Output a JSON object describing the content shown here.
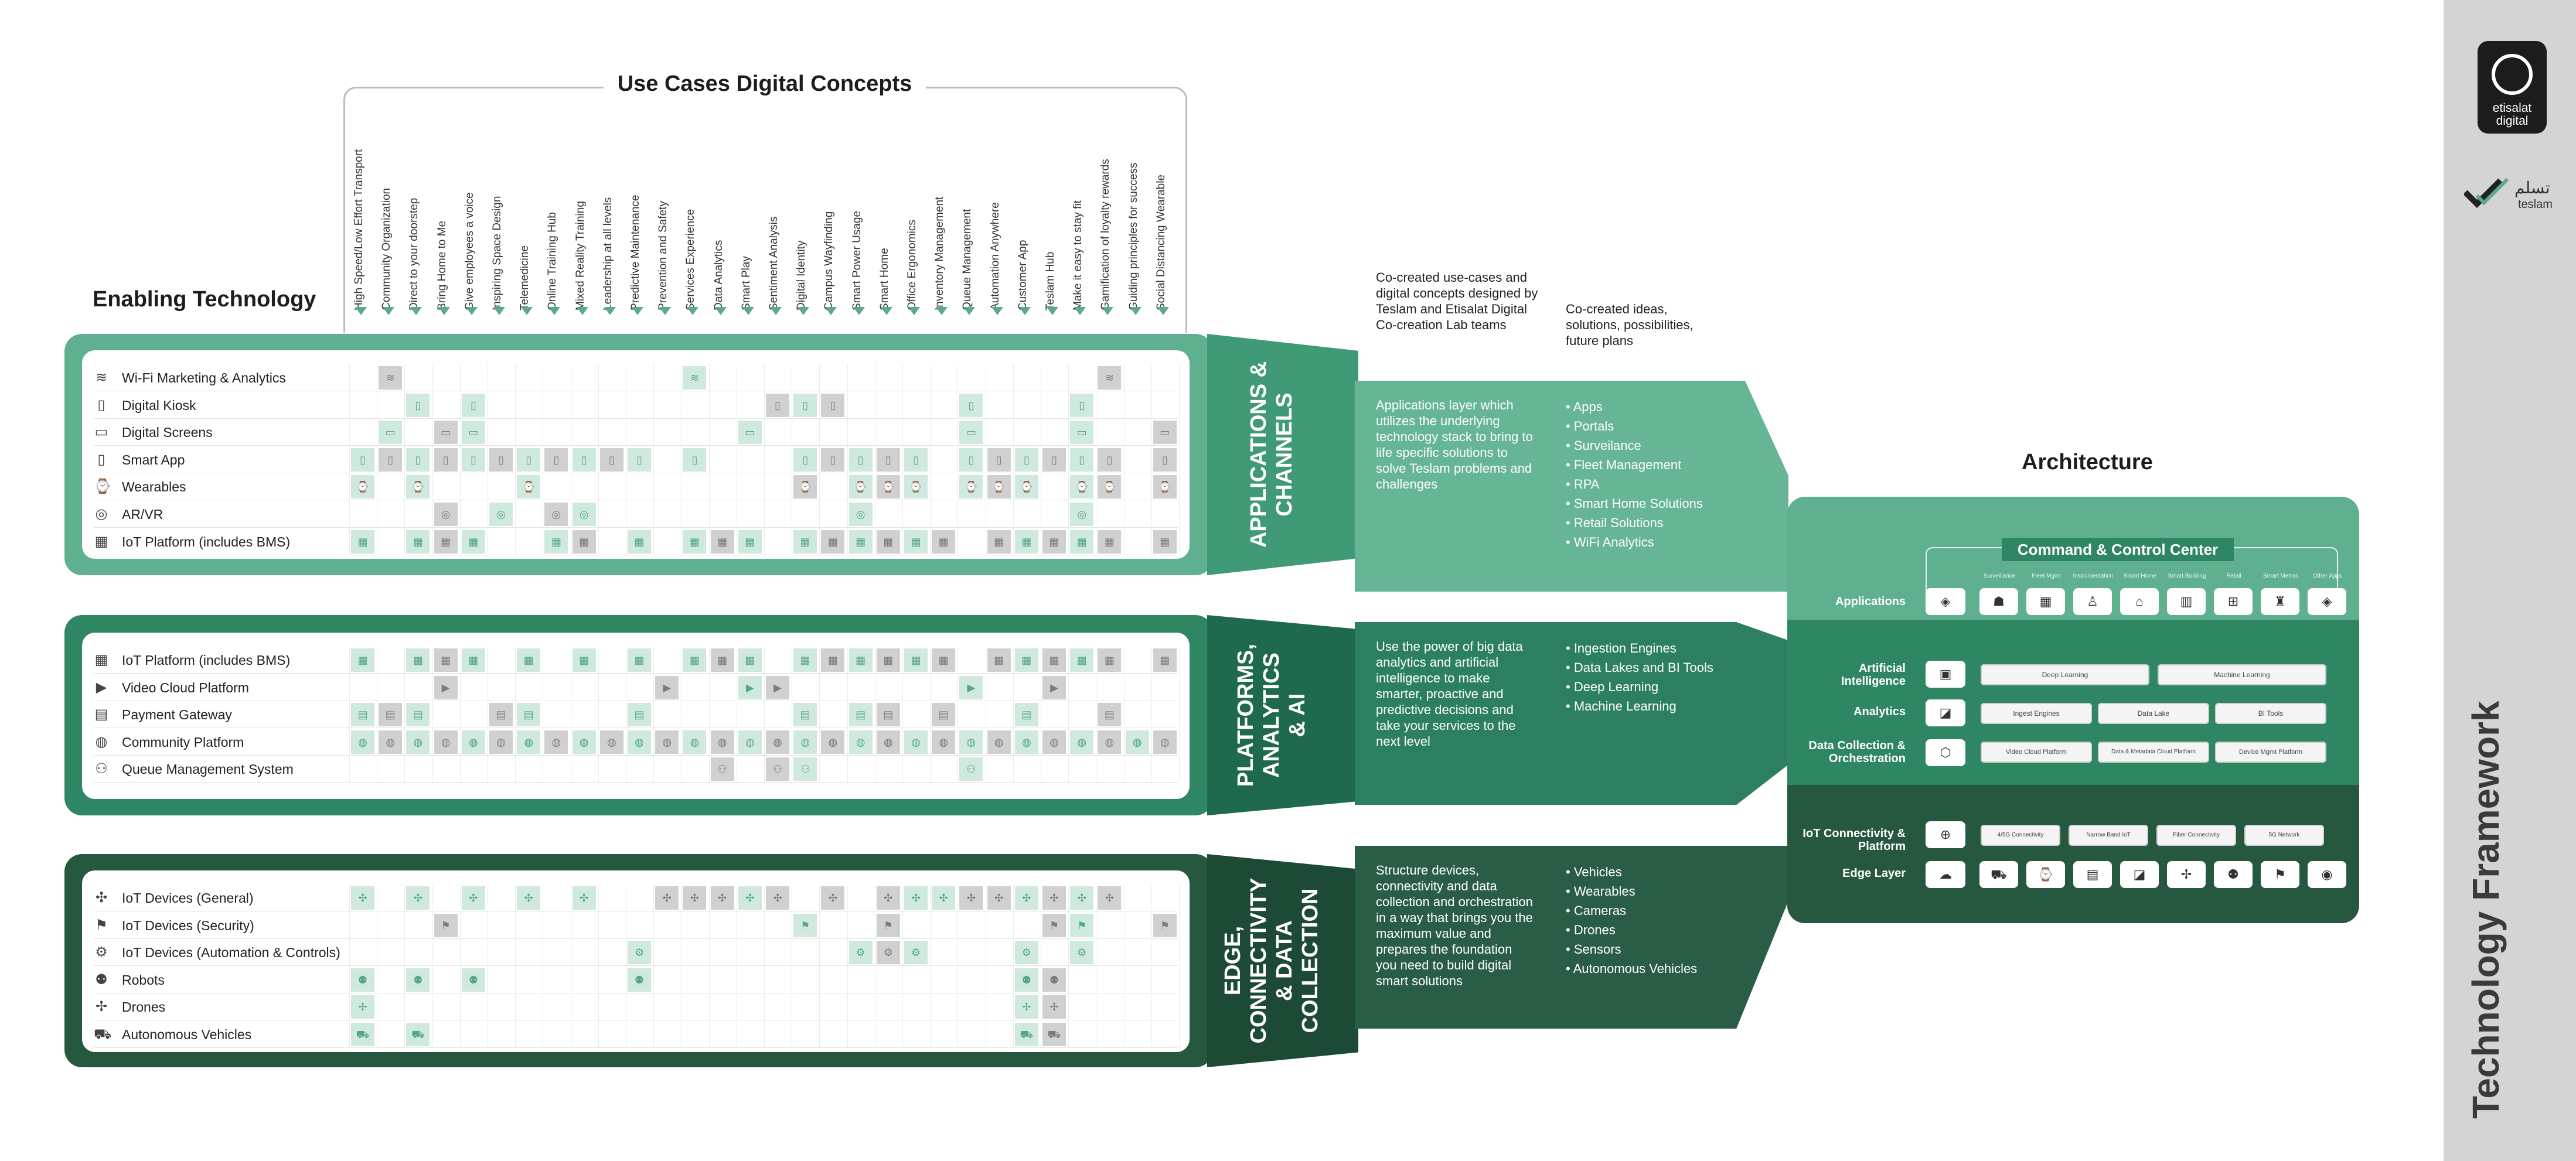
{
  "headings": {
    "use_cases": "Use Cases Digital Concepts",
    "enabling_technology": "Enabling Technology",
    "architecture": "Architecture",
    "framework": "Technology Framework"
  },
  "branding": {
    "etisalat_line1": "etisalat",
    "etisalat_line2": "digital",
    "teslam_arabic": "تسلم",
    "teslam_latin": "teslam"
  },
  "notes": {
    "co_created_use_cases": "Co-created use-cases and digital concepts designed by Teslam and Etisalat Digital Co-creation Lab teams",
    "co_created_ideas": "Co-created ideas, solutions, possibilities, future plans"
  },
  "use_cases": [
    "High Speed/Low Effort Transport",
    "Community Organization",
    "Direct to your doorstep",
    "Bring Home to Me",
    "Give employees a voice",
    "Inspiring Space Design",
    "Telemedicine",
    "Online Training Hub",
    "Mixed Reality Training",
    "Leadership at all levels",
    "Predictive Maintenance",
    "Prevention and Safety",
    "Services Experience",
    "Data Analytics",
    "Smart Play",
    "Sentiment Analysis",
    "Digital Identity",
    "Campus Wayfinding",
    "Smart Power Usage",
    "Smart Home",
    "Office Ergonomics",
    "Inventory Management",
    "Queue Management",
    "Automation Anywhere",
    "Customer App",
    "Teslam Hub",
    "Make it easy to stay fit",
    "Gamification of loyalty rewards",
    "Guiding principles for success",
    "Social Distancing Wearable"
  ],
  "sections": [
    {
      "key": "applications",
      "title_lines": [
        "APPLICATIONS &",
        "CHANNELS"
      ],
      "description": "Applications layer which utilizes the underlying technology stack to bring to life specific solutions to solve Teslam problems and challenges",
      "bullets": [
        "Apps",
        "Portals",
        "Surveilance",
        "Fleet Management",
        "RPA",
        "Smart Home Solutions",
        "Retail Solutions",
        "WiFi Analytics"
      ],
      "colors": {
        "panel": "#5eb08e",
        "band": "#3f9a75",
        "desc": "#66b594"
      },
      "rows": [
        {
          "label": "Wi-Fi Marketing & Analytics",
          "icon": "wifi-icon",
          "glyph": "≋",
          "cells": {
            "1": "d",
            "12": "g",
            "27": "d"
          }
        },
        {
          "label": "Digital Kiosk",
          "icon": "kiosk-icon",
          "glyph": "▯",
          "cells": {
            "2": "g",
            "4": "g",
            "15": "d",
            "16": "g",
            "17": "d",
            "22": "g",
            "26": "g"
          }
        },
        {
          "label": "Digital Screens",
          "icon": "screen-icon",
          "glyph": "▭",
          "cells": {
            "1": "g",
            "3": "d",
            "4": "g",
            "14": "g",
            "22": "g",
            "26": "g",
            "29": "d"
          }
        },
        {
          "label": "Smart App",
          "icon": "smartphone-icon",
          "glyph": "▯",
          "cells": {
            "0": "g",
            "1": "d",
            "2": "g",
            "3": "d",
            "4": "g",
            "5": "d",
            "6": "g",
            "7": "d",
            "8": "g",
            "9": "d",
            "10": "g",
            "12": "g",
            "16": "g",
            "17": "d",
            "18": "g",
            "19": "d",
            "20": "g",
            "22": "g",
            "23": "d",
            "24": "g",
            "25": "d",
            "26": "g",
            "27": "d",
            "29": "d"
          }
        },
        {
          "label": "Wearables",
          "icon": "watch-icon",
          "glyph": "⌚",
          "cells": {
            "0": "g",
            "2": "g",
            "6": "g",
            "16": "d",
            "18": "g",
            "19": "d",
            "20": "g",
            "22": "g",
            "23": "d",
            "24": "g",
            "26": "g",
            "27": "d",
            "29": "d"
          }
        },
        {
          "label": "AR/VR",
          "icon": "vr-headset-icon",
          "glyph": "◎",
          "cells": {
            "3": "d",
            "5": "g",
            "7": "d",
            "8": "g",
            "18": "g",
            "26": "g"
          }
        },
        {
          "label": "IoT Platform (includes BMS)",
          "icon": "building-icon",
          "glyph": "▦",
          "cells": {
            "0": "g",
            "2": "g",
            "3": "d",
            "4": "g",
            "7": "g",
            "8": "d",
            "10": "g",
            "12": "g",
            "13": "d",
            "14": "g",
            "16": "g",
            "17": "d",
            "18": "g",
            "19": "d",
            "20": "g",
            "21": "d",
            "23": "d",
            "24": "g",
            "25": "d",
            "26": "g",
            "27": "d",
            "29": "d"
          }
        }
      ]
    },
    {
      "key": "platforms",
      "title_lines": [
        "PLATFORMS,",
        "ANALYTICS",
        "& AI"
      ],
      "description": "Use the power of big data analytics and artificial intelligence to make smarter, proactive and predictive decisions and take your services to the next level",
      "bullets": [
        "Ingestion Engines",
        "Data Lakes and BI Tools",
        "Deep Learning",
        "Machine Learning"
      ],
      "colors": {
        "panel": "#2f8663",
        "band": "#1f6a4d",
        "desc": "#2c8060"
      },
      "rows": [
        {
          "label": "IoT Platform (includes BMS)",
          "icon": "building-icon",
          "glyph": "▦",
          "cells": {
            "0": "g",
            "2": "g",
            "3": "d",
            "4": "g",
            "6": "g",
            "8": "g",
            "10": "g",
            "12": "g",
            "13": "d",
            "14": "g",
            "16": "g",
            "17": "d",
            "18": "g",
            "19": "d",
            "20": "g",
            "21": "d",
            "23": "d",
            "24": "g",
            "25": "d",
            "26": "g",
            "27": "d",
            "29": "d"
          }
        },
        {
          "label": "Video Cloud Platform",
          "icon": "video-cloud-icon",
          "glyph": "▶",
          "cells": {
            "3": "d",
            "11": "d",
            "14": "g",
            "15": "d",
            "22": "g",
            "25": "d"
          }
        },
        {
          "label": "Payment Gateway",
          "icon": "payment-icon",
          "glyph": "▤",
          "cells": {
            "0": "g",
            "1": "d",
            "2": "g",
            "5": "d",
            "6": "g",
            "10": "g",
            "16": "g",
            "18": "g",
            "19": "d",
            "21": "d",
            "24": "g",
            "27": "d"
          }
        },
        {
          "label": "Community Platform",
          "icon": "community-icon",
          "glyph": "◍",
          "cells": {
            "0": "g",
            "1": "d",
            "2": "g",
            "3": "d",
            "4": "g",
            "5": "d",
            "6": "g",
            "7": "d",
            "8": "g",
            "9": "d",
            "10": "g",
            "11": "d",
            "12": "g",
            "13": "d",
            "14": "g",
            "15": "d",
            "16": "g",
            "17": "d",
            "18": "g",
            "19": "d",
            "20": "g",
            "21": "d",
            "22": "g",
            "23": "d",
            "24": "g",
            "25": "d",
            "26": "g",
            "27": "d",
            "28": "g",
            "29": "d"
          }
        },
        {
          "label": "Queue Management System",
          "icon": "queue-icon",
          "glyph": "⚇",
          "cells": {
            "13": "d",
            "15": "d",
            "16": "g",
            "22": "g"
          }
        }
      ]
    },
    {
      "key": "edge",
      "title_lines": [
        "EDGE,",
        "CONNECTIVITY",
        "& DATA",
        "COLLECTION"
      ],
      "description": "Structure devices, connectivity and data collection and orchestration in a way that brings you the maximum value and prepares the foundation you need to build digital smart solutions",
      "bullets": [
        "Vehicles",
        "Wearables",
        "Cameras",
        "Drones",
        "Sensors",
        "Autonomous Vehicles"
      ],
      "colors": {
        "panel": "#26573f",
        "band": "#1d4a35",
        "desc": "#2a5d45"
      },
      "rows": [
        {
          "label": "IoT Devices (General)",
          "icon": "iot-device-icon",
          "glyph": "✣",
          "cells": {
            "0": "g",
            "2": "g",
            "4": "g",
            "6": "g",
            "8": "g",
            "11": "d",
            "12": "d",
            "13": "d",
            "14": "g",
            "15": "d",
            "17": "d",
            "19": "d",
            "20": "g",
            "21": "g",
            "22": "d",
            "23": "d",
            "24": "g",
            "25": "d",
            "26": "g",
            "27": "d"
          }
        },
        {
          "label": "IoT Devices (Security)",
          "icon": "security-device-icon",
          "glyph": "⚑",
          "cells": {
            "3": "d",
            "16": "g",
            "19": "d",
            "25": "d",
            "26": "g",
            "29": "d"
          }
        },
        {
          "label": "IoT Devices (Automation & Controls)",
          "icon": "automation-icon",
          "glyph": "⚙",
          "cells": {
            "10": "g",
            "18": "g",
            "19": "d",
            "20": "g",
            "24": "g",
            "26": "g"
          }
        },
        {
          "label": "Robots",
          "icon": "robot-icon",
          "glyph": "⚉",
          "cells": {
            "0": "g",
            "2": "g",
            "4": "g",
            "10": "g",
            "24": "g",
            "25": "d"
          }
        },
        {
          "label": "Drones",
          "icon": "drone-icon",
          "glyph": "✢",
          "cells": {
            "0": "g",
            "24": "g",
            "25": "d"
          }
        },
        {
          "label": "Autonomous Vehicles",
          "icon": "vehicle-icon",
          "glyph": "⛟",
          "cells": {
            "0": "g",
            "2": "g",
            "24": "g",
            "25": "d"
          }
        }
      ]
    }
  ],
  "architecture": {
    "command_center": "Command & Control Center",
    "app_captions": [
      "Surveillance",
      "Fleet Mgmt",
      "Instrumentation",
      "Smart Home",
      "Smart Building",
      "Retail",
      "Smart Metros",
      "Other Apps"
    ],
    "layers": [
      {
        "label": "Applications",
        "icon": "layers-icon",
        "glyph": "◈"
      },
      {
        "label": "Artificial Intelligence",
        "icon": "ai-chip-icon",
        "glyph": "▣"
      },
      {
        "label": "Analytics",
        "icon": "analytics-icon",
        "glyph": "◪"
      },
      {
        "label": "Data Collection & Orchestration",
        "icon": "data-collection-icon",
        "glyph": "⬡"
      },
      {
        "label": "IoT Connectivity & Platform",
        "icon": "globe-icon",
        "glyph": "⊕"
      },
      {
        "label": "Edge Layer",
        "icon": "cloud-icon",
        "glyph": "☁"
      }
    ],
    "ai_pills": [
      "Deep Learning",
      "Machine Learning"
    ],
    "analytics_pills": [
      "Ingest Engines",
      "Data Lake",
      "BI Tools"
    ],
    "data_pills": [
      "Video Cloud Platform",
      "Data & Metadata Cloud Platform",
      "Device Mgmt Platform"
    ],
    "connectivity_pills": [
      "4/5G Connectivity",
      "Narrow Band IoT",
      "Fiber Connectivity",
      "5G Network"
    ],
    "colors": {
      "top": "#5eb08e",
      "mid": "#2f8663",
      "bottom": "#26573f"
    }
  }
}
